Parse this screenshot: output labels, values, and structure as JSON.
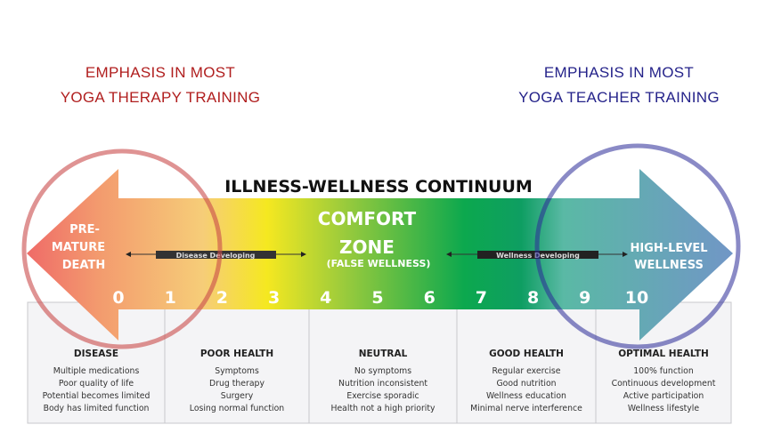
{
  "headers": {
    "left": {
      "line1": "EMPHASIS IN MOST",
      "line2": "YOGA THERAPY TRAINING",
      "color": "#b01e1e"
    },
    "right": {
      "line1": "EMPHASIS IN MOST",
      "line2": "YOGA TEACHER TRAINING",
      "color": "#25238a"
    }
  },
  "diagram": {
    "title": "ILLNESS-WELLNESS CONTINUUM",
    "left_end": [
      "PRE-",
      "MATURE",
      "DEATH"
    ],
    "right_end": [
      "HIGH-LEVEL",
      "WELLNESS"
    ],
    "center": {
      "line1": "COMFORT",
      "line2": "ZONE",
      "line3": "(FALSE WELLNESS)"
    },
    "disease_bar": "Disease Developing",
    "wellness_bar": "Wellness Developing",
    "scale": [
      "0",
      "1",
      "2",
      "3",
      "4",
      "5",
      "6",
      "7",
      "8",
      "9",
      "10"
    ],
    "columns": [
      {
        "title": "DISEASE",
        "items": [
          "Multiple medications",
          "Poor quality of life",
          "Potential becomes limited",
          "Body has limited function"
        ]
      },
      {
        "title": "POOR HEALTH",
        "items": [
          "Symptoms",
          "Drug therapy",
          "Surgery",
          "Losing normal function"
        ]
      },
      {
        "title": "NEUTRAL",
        "items": [
          "No symptoms",
          "Nutrition inconsistent",
          "Exercise sporadic",
          "Health not a high priority"
        ]
      },
      {
        "title": "GOOD HEALTH",
        "items": [
          "Regular exercise",
          "Good nutrition",
          "Wellness education",
          "Minimal nerve interference"
        ]
      },
      {
        "title": "OPTIMAL HEALTH",
        "items": [
          "100% function",
          "Continuous development",
          "Active participation",
          "Wellness lifestyle"
        ]
      }
    ]
  }
}
